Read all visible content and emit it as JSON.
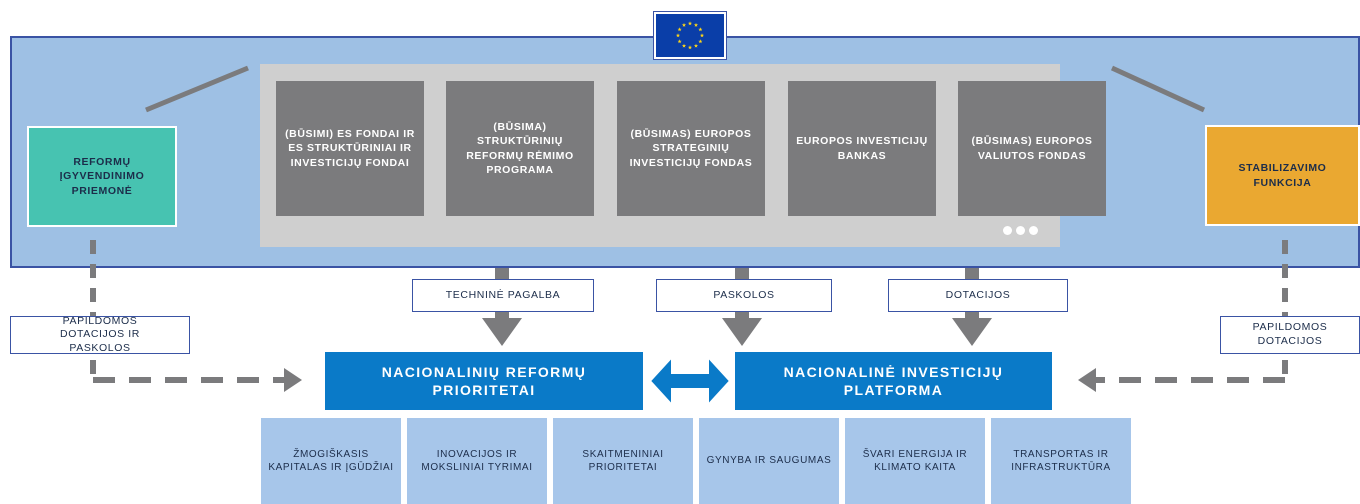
{
  "colors": {
    "band_bg": "#9ec0e4",
    "band_border": "#3a53a4",
    "panel_bg": "#cfcfcf",
    "fund_bg": "#7b7b7d",
    "reform_bg": "#47c3b1",
    "stabilization_bg": "#eaa831",
    "priority_bg": "#0a7ac8",
    "area_bg": "#a7c6ea",
    "arrow_gray": "#7b7b7d",
    "eu_flag_blue": "#0a3ea8",
    "eu_star_yellow": "#ffd617"
  },
  "icons": {
    "eu_flag": "eu-flag-icon",
    "more": "ellipsis-icon"
  },
  "funds": [
    "(BŪSIMI) ES FONDAI IR ES STRUKTŪRINIAI IR INVESTICIJŲ FONDAI",
    "(BŪSIMA) STRUKTŪRINIŲ REFORMŲ RĖMIMO PROGRAMA",
    "(BŪSIMAS) EUROPOS STRATEGINIŲ INVESTICIJŲ FONDAS",
    "EUROPOS INVESTICIJŲ BANKAS",
    "(BŪSIMAS) EUROPOS VALIUTOS FONDAS"
  ],
  "side_boxes": {
    "reform_tool": "REFORMŲ ĮGYVENDINIMO PRIEMONĖ",
    "stabilization": "STABILIZAVIMO FUNKCIJA"
  },
  "flow_labels": {
    "technical_support": "TECHNINĖ PAGALBA",
    "loans": "PASKOLOS",
    "grants": "DOTACIJOS",
    "left_extra": "PAPILDOMOS DOTACIJOS IR PASKOLOS",
    "right_extra": "PAPILDOMOS DOTACIJOS"
  },
  "priorities": {
    "national_reform": "NACIONALINIŲ REFORMŲ PRIORITETAI",
    "national_investment": "NACIONALINĖ INVESTICIJŲ PLATFORMA"
  },
  "areas": [
    "ŽMOGIŠKASIS KAPITALAS IR ĮGŪDŽIAI",
    "INOVACIJOS IR MOKSLINIAI TYRIMAI",
    "SKAITMENINIAI PRIORITETAI",
    "GYNYBA IR SAUGUMAS",
    "ŠVARI ENERGIJA IR KLIMATO KAITA",
    "TRANSPORTAS IR INFRASTRUKTŪRA"
  ]
}
